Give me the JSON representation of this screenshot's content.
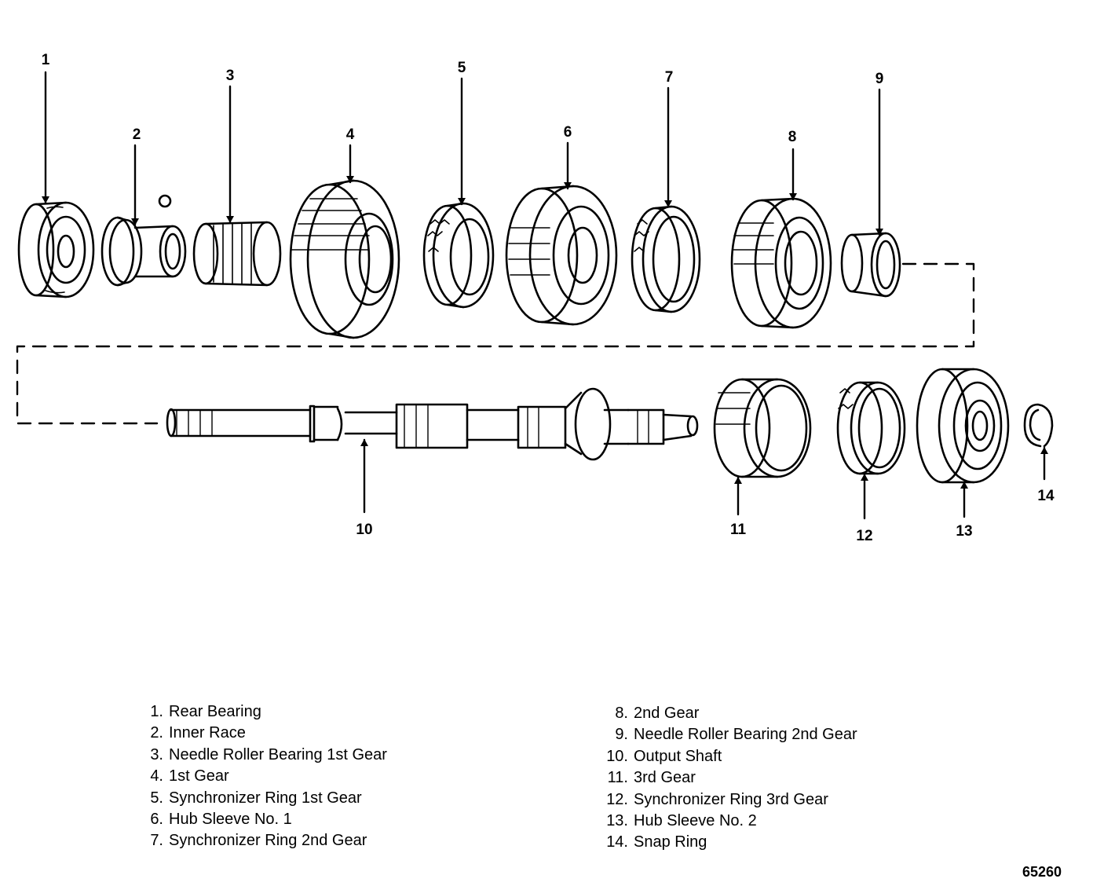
{
  "callouts": [
    "1",
    "2",
    "3",
    "4",
    "5",
    "6",
    "7",
    "8",
    "9",
    "10",
    "11",
    "12",
    "13",
    "14"
  ],
  "legend_left": [
    {
      "num": "1.",
      "label": "Rear Bearing"
    },
    {
      "num": "2.",
      "label": "Inner Race"
    },
    {
      "num": "3.",
      "label": "Needle Roller Bearing 1st Gear"
    },
    {
      "num": "4.",
      "label": "1st Gear"
    },
    {
      "num": "5.",
      "label": "Synchronizer Ring 1st Gear"
    },
    {
      "num": "6.",
      "label": "Hub Sleeve No. 1"
    },
    {
      "num": "7.",
      "label": "Synchronizer Ring 2nd Gear"
    }
  ],
  "legend_right": [
    {
      "num": "8.",
      "label": "2nd Gear"
    },
    {
      "num": "9.",
      "label": "Needle Roller Bearing 2nd Gear"
    },
    {
      "num": "10.",
      "label": "Output Shaft"
    },
    {
      "num": "11.",
      "label": "3rd Gear"
    },
    {
      "num": "12.",
      "label": "Synchronizer Ring 3rd Gear"
    },
    {
      "num": "13.",
      "label": "Hub Sleeve No. 2"
    },
    {
      "num": "14.",
      "label": "Snap Ring"
    }
  ],
  "figure_code": "65260"
}
